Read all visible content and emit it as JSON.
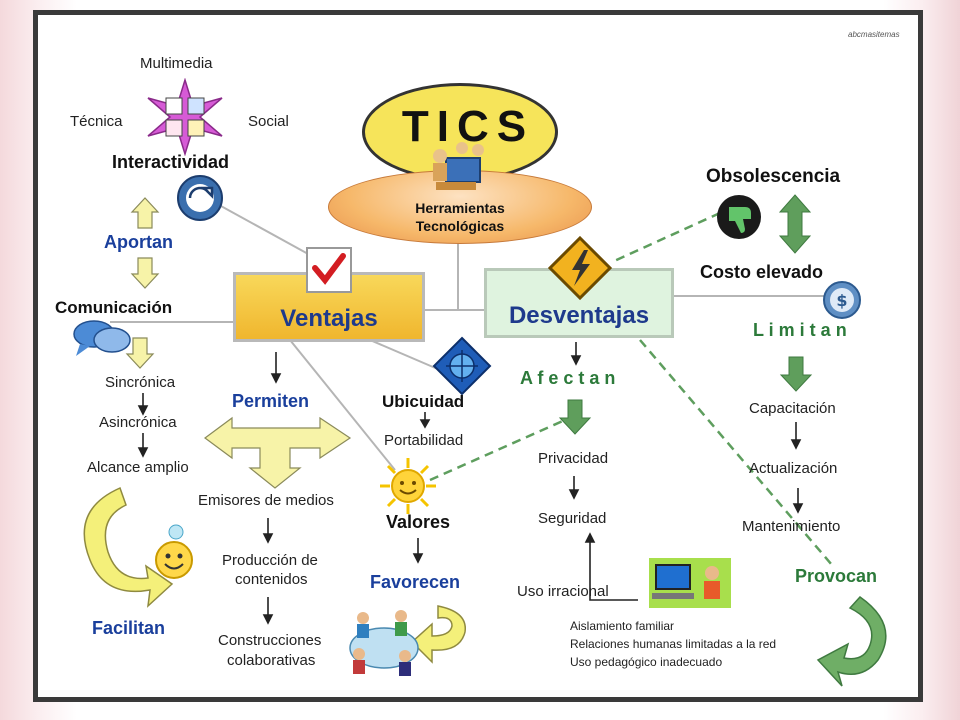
{
  "watermark": "abcmasitemas",
  "center": {
    "title": "TICS",
    "subtitle_line1": "Herramientas",
    "subtitle_line2": "Tecnológicas"
  },
  "left_top": {
    "multimedia": "Multimedia",
    "tecnica": "Técnica",
    "social": "Social",
    "interactividad": "Interactividad",
    "aportan": "Aportan",
    "comunicacion": "Comunicación"
  },
  "left_list": {
    "sincronica": "Sincrónica",
    "asincronica": "Asincrónica",
    "alcance": "Alcance amplio",
    "facilitan": "Facilitan"
  },
  "ventajas": {
    "label": "Ventajas",
    "permiten": "Permiten",
    "emisores": "Emisores de medios",
    "produccion_1": "Producción de",
    "produccion_2": "contenidos",
    "construcciones_1": "Construcciones",
    "construcciones_2": "colaborativas",
    "ubicuidad": "Ubicuidad",
    "portabilidad": "Portabilidad",
    "valores": "Valores",
    "favorecen": "Favorecen"
  },
  "desventajas": {
    "label": "Desventajas",
    "afectan": "A f e c t a n",
    "privacidad": "Privacidad",
    "seguridad": "Seguridad",
    "uso_irracional": "Uso irracional",
    "aislamiento": "Aislamiento familiar",
    "relaciones": "Relaciones humanas limitadas a la red",
    "uso_pedagogico": "Uso pedagógico inadecuado"
  },
  "right": {
    "obsolescencia": "Obsolescencia",
    "costo": "Costo elevado",
    "limitan": "L i m i t a n",
    "capacitacion": "Capacitación",
    "actualizacion": "Actualización",
    "mantenimiento": "Mantenimiento",
    "provocan": "Provocan"
  },
  "colors": {
    "frame": "#3a3a3a",
    "ventajas_fill": "#f3c53a",
    "desventajas_fill": "#d9f2da",
    "tics_fill": "#f6e45a",
    "blue_text": "#1a3f9c",
    "green_text": "#2c7a3a",
    "arrow_green": "#5f9e5c",
    "arrow_yellow": "#f7f3a8"
  }
}
